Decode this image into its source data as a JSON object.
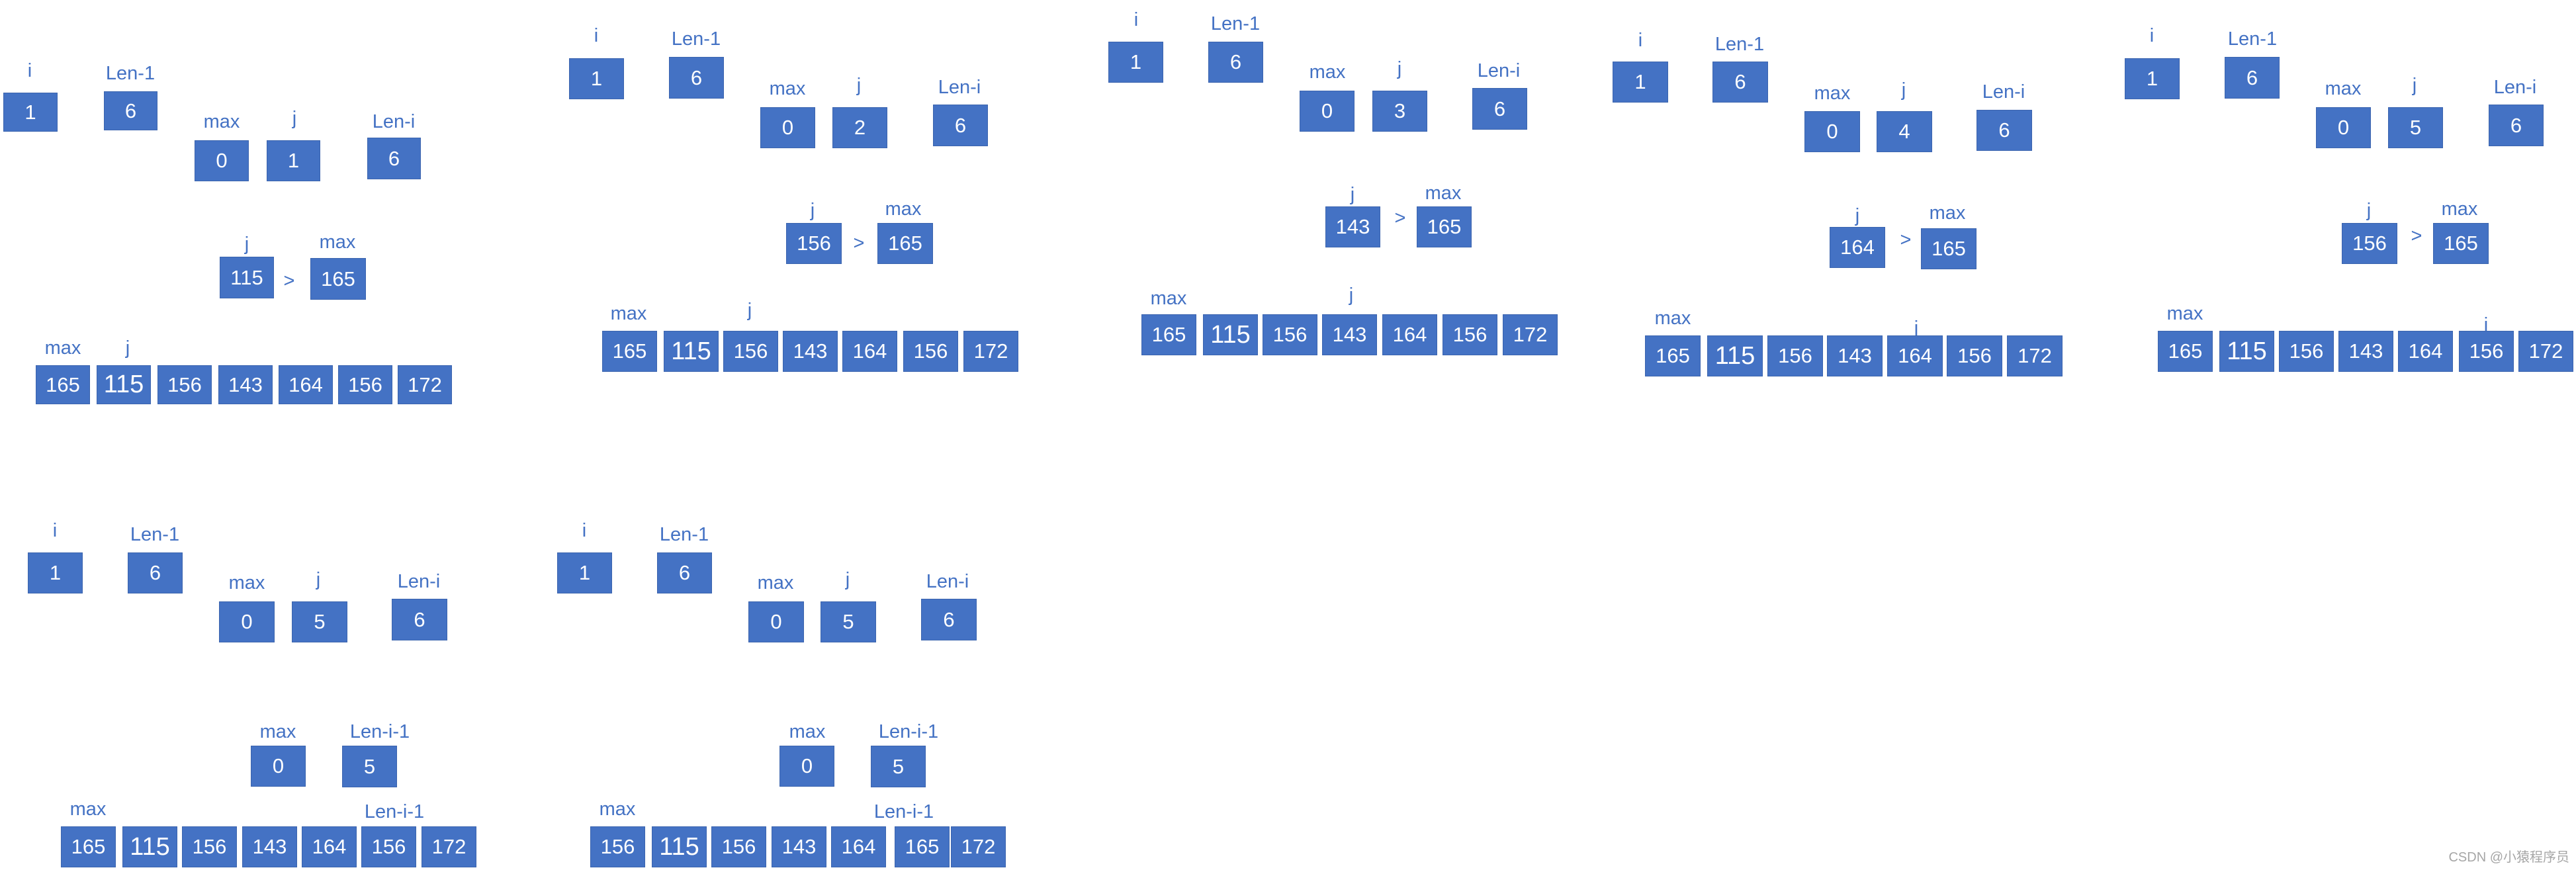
{
  "labels": {
    "i": "i",
    "len_1": "Len-1",
    "max": "max",
    "j": "j",
    "len_i": "Len-i",
    "len_i_1": "Len-i-1",
    "gt": ">"
  },
  "panels": [
    {
      "i": "1",
      "len_1": "6",
      "max": "0",
      "j": "1",
      "len_i": "6",
      "compare": {
        "left": "115",
        "right": "165"
      },
      "array": [
        "165",
        "115",
        "156",
        "143",
        "164",
        "156",
        "172"
      ]
    },
    {
      "i": "1",
      "len_1": "6",
      "max": "0",
      "j": "2",
      "len_i": "6",
      "compare": {
        "left": "156",
        "right": "165"
      },
      "array": [
        "165",
        "115",
        "156",
        "143",
        "164",
        "156",
        "172"
      ]
    },
    {
      "i": "1",
      "len_1": "6",
      "max": "0",
      "j": "3",
      "len_i": "6",
      "compare": {
        "left": "143",
        "right": "165"
      },
      "array": [
        "165",
        "115",
        "156",
        "143",
        "164",
        "156",
        "172"
      ]
    },
    {
      "i": "1",
      "len_1": "6",
      "max": "0",
      "j": "4",
      "len_i": "6",
      "compare": {
        "left": "164",
        "right": "165"
      },
      "array": [
        "165",
        "115",
        "156",
        "143",
        "164",
        "156",
        "172"
      ]
    },
    {
      "i": "1",
      "len_1": "6",
      "max": "0",
      "j": "5",
      "len_i": "6",
      "compare": {
        "left": "156",
        "right": "165"
      },
      "array": [
        "165",
        "115",
        "156",
        "143",
        "164",
        "156",
        "172"
      ]
    },
    {
      "i": "1",
      "len_1": "6",
      "max": "0",
      "j": "5",
      "len_i": "6",
      "mid": {
        "max": "0",
        "len_i_1": "5"
      },
      "array": [
        "165",
        "115",
        "156",
        "143",
        "164",
        "156",
        "172"
      ]
    },
    {
      "i": "1",
      "len_1": "6",
      "max": "0",
      "j": "5",
      "len_i": "6",
      "mid": {
        "max": "0",
        "len_i_1": "5"
      },
      "array": [
        "156",
        "115",
        "156",
        "143",
        "164",
        "165",
        "172"
      ]
    }
  ],
  "watermark": "CSDN @小猿程序员"
}
